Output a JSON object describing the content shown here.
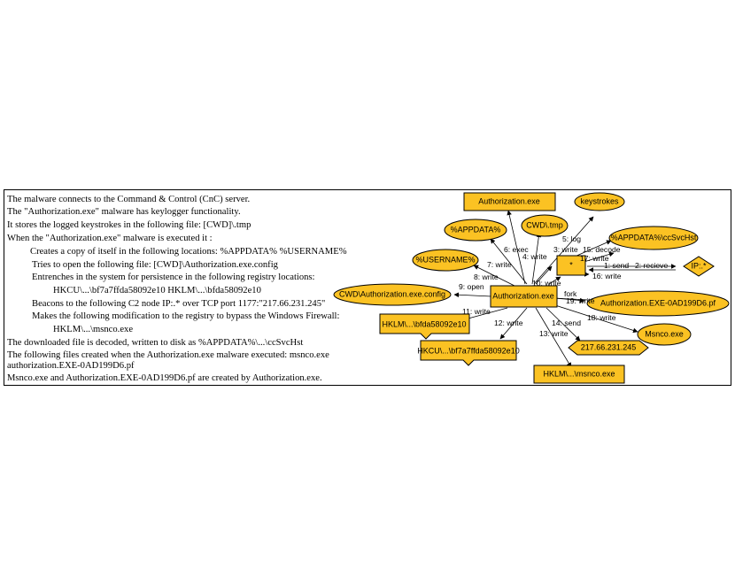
{
  "report": {
    "lines": [
      "The malware connects to the Command & Control (CnC) server.",
      "The \"Authorization.exe\" malware has keylogger functionality.",
      "It stores the logged keystrokes in the following file:  [CWD]\\.tmp",
      "When the \"Authorization.exe\" malware is executed it :",
      "Creates a copy of itself  in the following locations:  %APPDATA%  %USERNAME%",
      "Tries to  open the following file:  [CWD]\\Authorization.exe.config",
      "Entrenches in the system for persistence in the following registry locations:",
      "HKCU\\...\\bf7a7ffda58092e10 HKLM\\...\\bfda58092e10",
      "Beacons to the following C2 node  IP:.* over TCP port 1177:\"217.66.231.245\"",
      "Makes the following modification to the registry to bypass the Windows Firewall:",
      "HKLM\\...\\msnco.exe",
      "The downloaded file is decoded, written to disk as %APPDATA%\\...\\ccSvcHst",
      "The following files created when the Authorization.exe malware executed: msnco.exe",
      "authorization.EXE-0AD199D6.pf",
      "Msnco.exe and Authorization.EXE-0AD199D6.pf are created  by Authorization.exe."
    ]
  },
  "graph": {
    "nodes": {
      "authorization_exe": "Authorization.exe",
      "keystrokes": "keystrokes",
      "appdata": "%APPDATA%",
      "cwd_tmp": "CWD\\.tmp",
      "appdata_ccsvchst": "%APPDATA%\\ccSvcHst",
      "username": "%USERNAME%",
      "star": "*",
      "ip": "IP:.*",
      "cwd_config": "CWD\\Authorization.exe.config",
      "center": "Authorization.exe",
      "pf": "Authorization.EXE-0AD199D6.pf",
      "hklm_bfda": "HKLM\\...\\bfda58092e10",
      "msnco": "Msnco.exe",
      "hkcu": "HKCU\\...\\bf7a7ffda58092e10",
      "ip_addr": "217.66.231.245",
      "hklm_msnco": "HKLM\\...\\msnco.exe"
    },
    "edges": {
      "e1": "1: send",
      "e2": "2: recieve",
      "e3": "3: write",
      "e4": "4: write",
      "e5": "5: log",
      "e6": "6: exec",
      "e7": "7: write",
      "e8": "8: write",
      "e9": "9: open",
      "e10": "10: write",
      "e11": "11: write",
      "e12": "12: write",
      "e13": "13: write",
      "e14": "14: send",
      "e15": "15: decode",
      "e16": "16: write",
      "e17": "17: write",
      "e18": "18: write",
      "e19": "19: write",
      "fork": "fork"
    }
  },
  "colors": {
    "node_fill": "#fbc223",
    "stroke": "#000000"
  }
}
